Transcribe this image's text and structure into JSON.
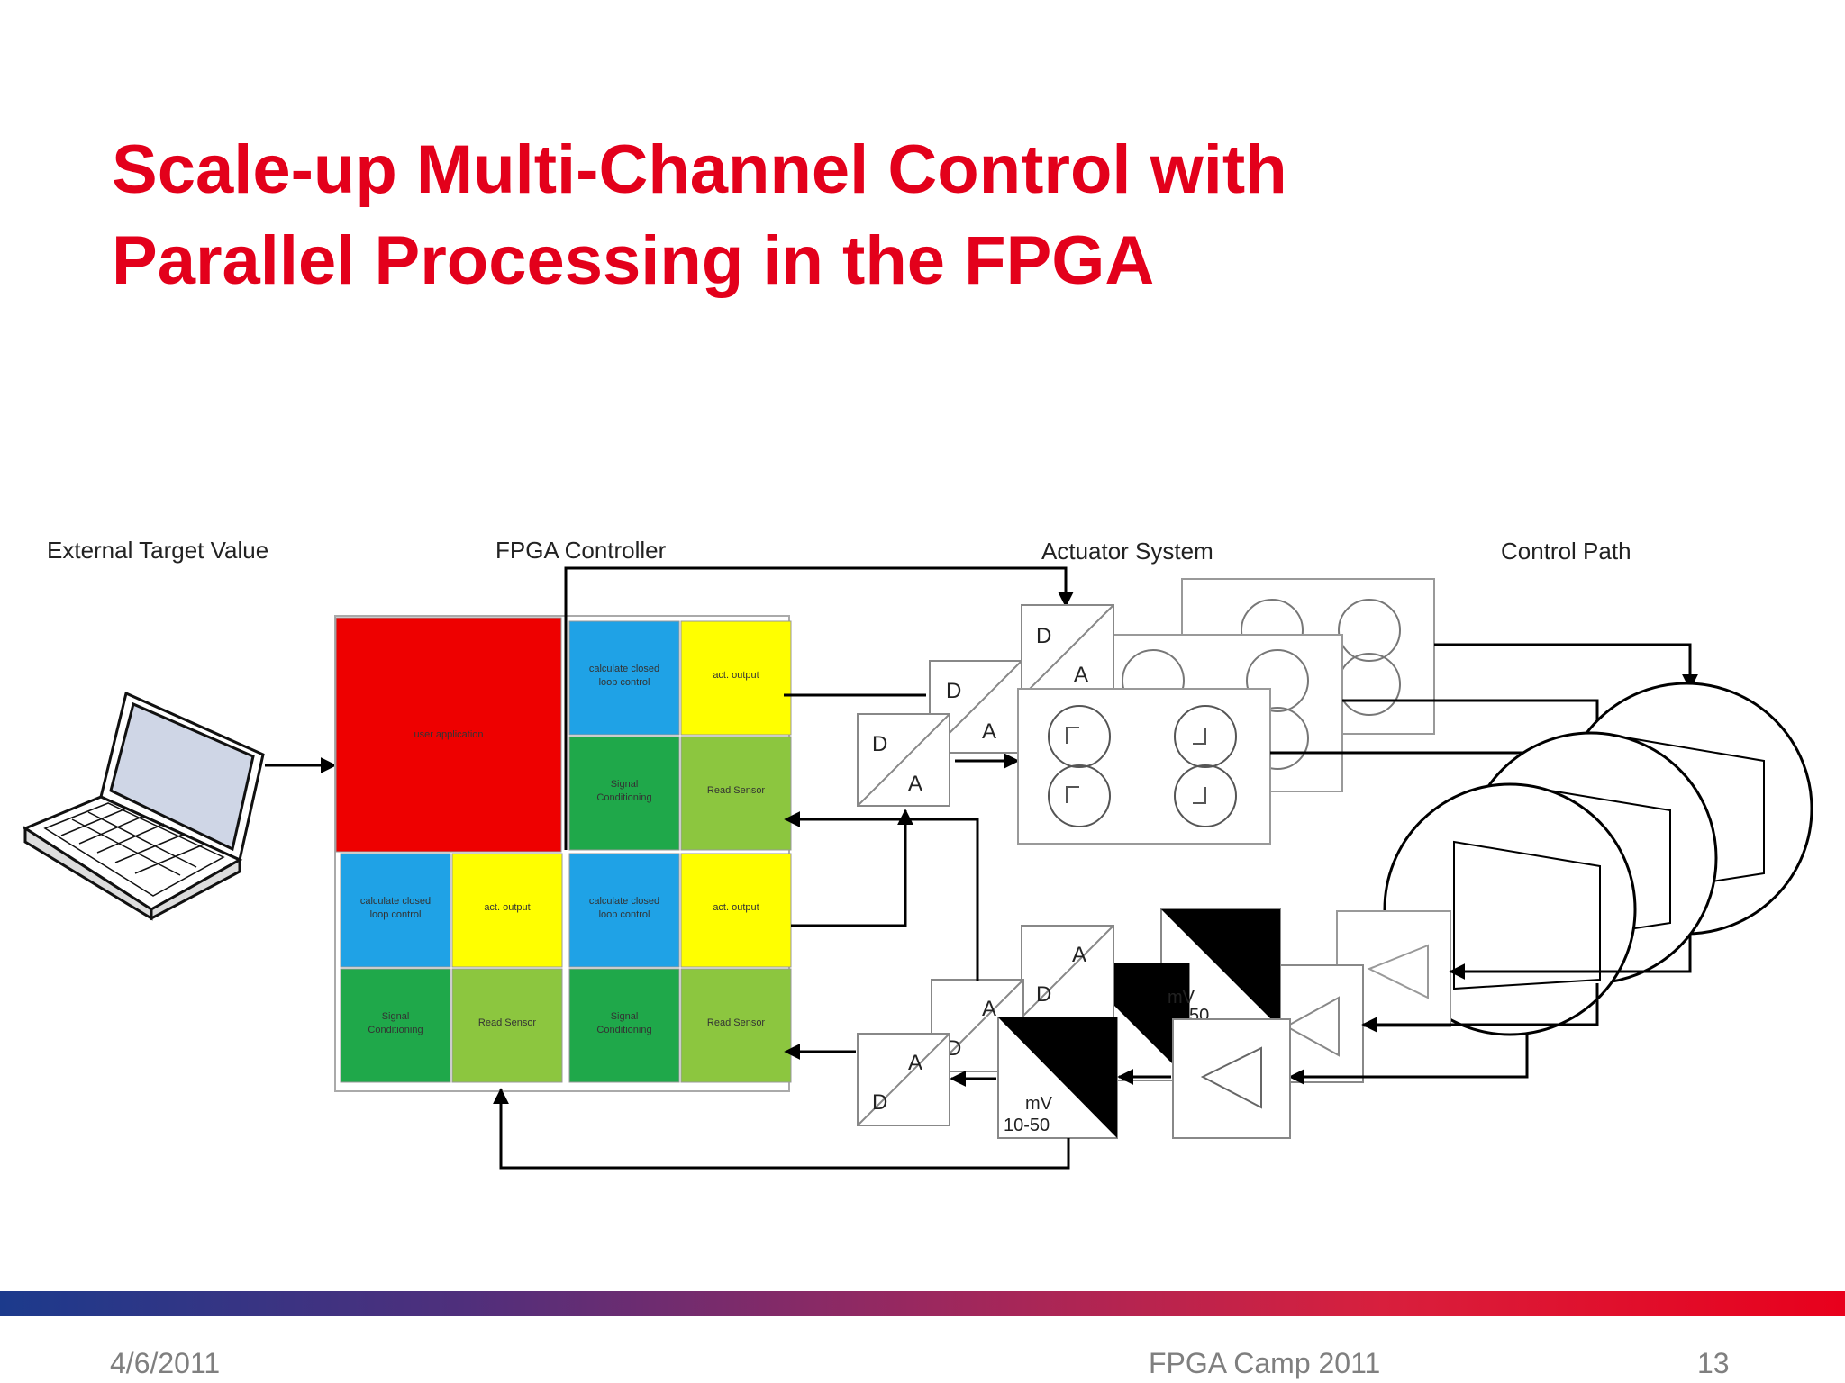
{
  "slide": {
    "title_line1": "Scale-up Multi-Channel Control with",
    "title_line2": "Parallel Processing in the FPGA",
    "footer_date": "4/6/2011",
    "footer_event": "FPGA Camp 2011",
    "footer_page": "13"
  },
  "diagram": {
    "section_labels": {
      "external": "External Target Value",
      "fpga": "FPGA Controller",
      "actuator": "Actuator System",
      "control": "Control Path"
    },
    "user_app": "user application",
    "block_calc_l1": "calculate closed",
    "block_calc_l2": "loop control",
    "block_act": "act. output",
    "block_sig_l1": "Signal",
    "block_sig_l2": "Conditioning",
    "block_read": "Read Sensor",
    "conv_d": "D",
    "conv_a": "A",
    "mv": "mV",
    "mv_range": "10-50",
    "mv_partial": "50",
    "colors": {
      "red": "#ee0000",
      "blue": "#1fa2e6",
      "yellow": "#ffff00",
      "dark_green": "#1fa84a",
      "light_green": "#8cc63f",
      "title": "#e3001b"
    }
  }
}
